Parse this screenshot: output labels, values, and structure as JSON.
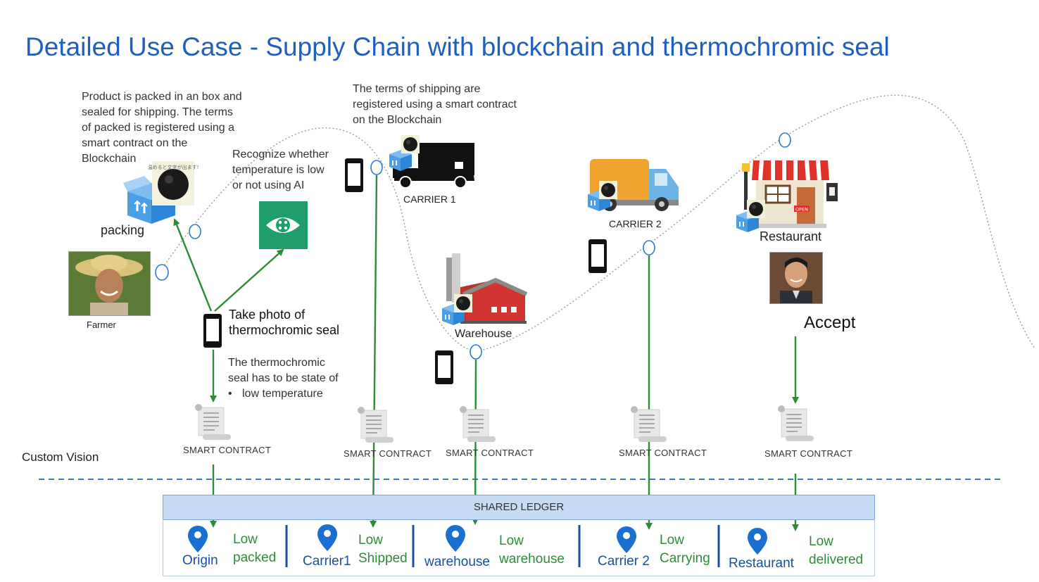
{
  "title": "Detailed Use Case - Supply Chain with blockchain and thermochromic seal",
  "annotations": {
    "packing_note": [
      "Product is packed in an box and",
      "sealed for shipping. The terms",
      "of packed is registered using a",
      "smart contract on the",
      "Blockchain"
    ],
    "ai_note": [
      "Recognize whether",
      "temperature is low",
      "or not using AI"
    ],
    "shipping_note": [
      "The terms of shipping are",
      "registered using a smart contract",
      "on the Blockchain"
    ],
    "photo_note": [
      "Take photo of",
      "thermochromic seal"
    ],
    "seal_state_note": [
      "The thermochromic",
      "seal has to be state of"
    ],
    "seal_state_bullet": "low temperature",
    "accept": "Accept"
  },
  "actors": {
    "packing": "packing",
    "farmer": "Farmer",
    "carrier1": "CARRIER 1",
    "carrier2": "CARRIER 2",
    "warehouse": "Warehouse",
    "restaurant": "Restaurant"
  },
  "seal_text": "温めると文字が出ます!",
  "shop_sign": "OPEN",
  "custom_vision": "Custom Vision",
  "smart_contract_label": "SMART CONTRACT",
  "ledger": {
    "header": "SHARED LEDGER",
    "entries": [
      {
        "location": "Origin",
        "status": [
          "Low",
          "packed"
        ]
      },
      {
        "location": "Carrier1",
        "status": [
          "Low",
          "Shipped"
        ]
      },
      {
        "location": "warehouse",
        "status": [
          "Low",
          "warehouse"
        ]
      },
      {
        "location": "Carrier 2",
        "status": [
          "Low",
          "Carrying"
        ]
      },
      {
        "location": "Restaurant",
        "status": [
          "Low",
          "delivered"
        ]
      }
    ]
  },
  "colors": {
    "title": "#1f5fbf",
    "arrow": "#2e8b3a",
    "ledger_header": "#c6dcf5",
    "pin": "#1a6fd0",
    "ai_tile": "#1e9e6a"
  },
  "icons": [
    "box-icon",
    "seal-icon",
    "phone-icon",
    "eye-icon",
    "truck-icon",
    "van-icon",
    "barn-icon",
    "shop-icon",
    "scroll-icon",
    "location-pin-icon"
  ]
}
